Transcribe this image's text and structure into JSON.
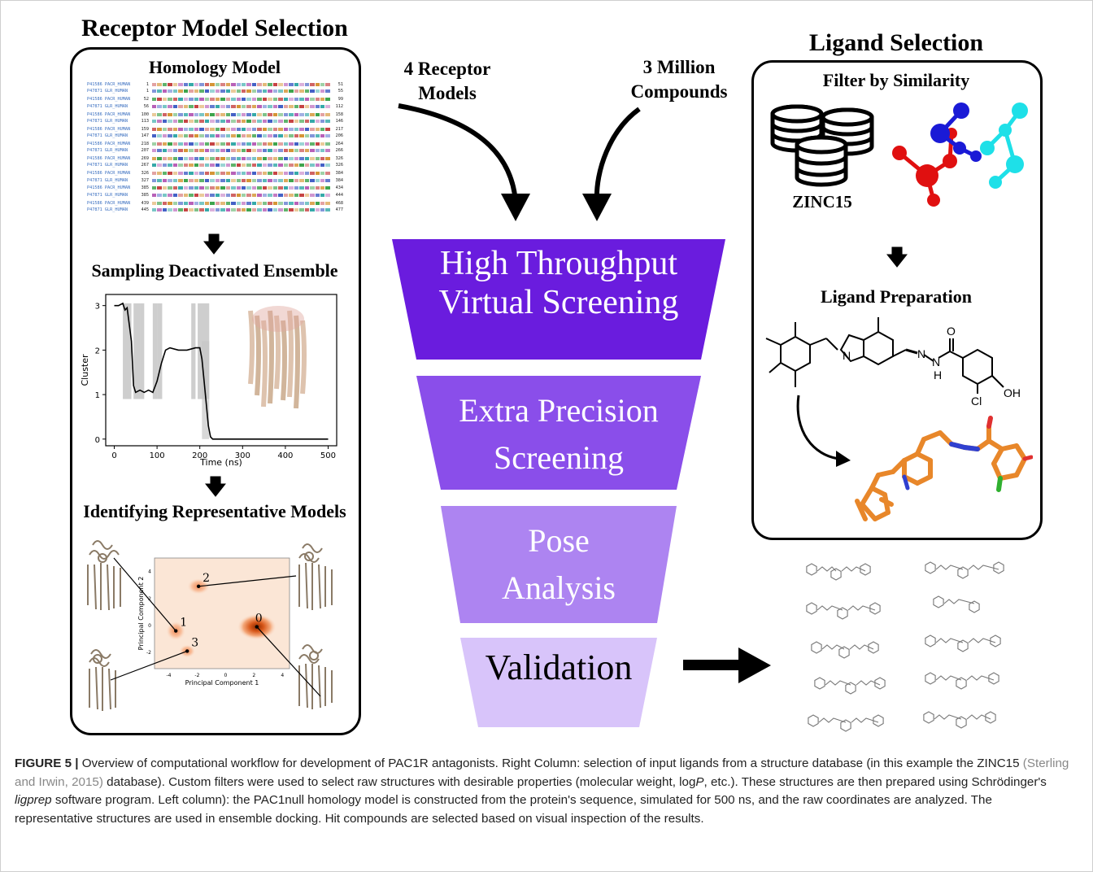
{
  "left_panel": {
    "title": "Receptor Model Selection",
    "homology": {
      "title": "Homology Model",
      "seq_rows": [
        [
          "P41586 PACR_HUMAN",
          "1",
          "51"
        ],
        [
          "P47871 GLR_HUMAN",
          "1",
          "55"
        ],
        [
          "P41586 PACR_HUMAN",
          "52",
          "99"
        ],
        [
          "P47871 GLR_HUMAN",
          "56",
          "112"
        ],
        [
          "P41586 PACR_HUMAN",
          "100",
          "158"
        ],
        [
          "P47871 GLR_HUMAN",
          "113",
          "146"
        ],
        [
          "P41586 PACR_HUMAN",
          "159",
          "217"
        ],
        [
          "P47871 GLR_HUMAN",
          "147",
          "206"
        ],
        [
          "P41586 PACR_HUMAN",
          "218",
          "264"
        ],
        [
          "P47871 GLR_HUMAN",
          "207",
          "266"
        ],
        [
          "P41586 PACR_HUMAN",
          "269",
          "326"
        ],
        [
          "P47871 GLR_HUMAN",
          "267",
          "326"
        ],
        [
          "P41586 PACR_HUMAN",
          "326",
          "384"
        ],
        [
          "P47871 GLR_HUMAN",
          "327",
          "384"
        ],
        [
          "P41586 PACR_HUMAN",
          "385",
          "434"
        ],
        [
          "P47871 GLR_HUMAN",
          "385",
          "444"
        ],
        [
          "P41586 PACR_HUMAN",
          "439",
          "468"
        ],
        [
          "P47871 GLR_HUMAN",
          "445",
          "477"
        ]
      ]
    },
    "sampling": {
      "title": "Sampling Deactivated Ensemble",
      "chart_data": {
        "type": "line",
        "ylabel": "Cluster",
        "xlabel": "Time (ns)",
        "x_ticks": [
          0,
          100,
          200,
          300,
          400,
          500
        ],
        "y_ticks": [
          0,
          1,
          2,
          3
        ],
        "xlim": [
          -20,
          520
        ],
        "ylim": [
          -0.15,
          3.25
        ],
        "x": [
          0,
          10,
          20,
          25,
          30,
          40,
          45,
          50,
          60,
          70,
          80,
          90,
          100,
          110,
          120,
          130,
          150,
          170,
          190,
          200,
          205,
          210,
          215,
          220,
          225,
          230,
          240,
          300,
          400,
          500
        ],
        "y": [
          3,
          3,
          3.05,
          2.9,
          2.95,
          2.2,
          1.2,
          1.05,
          1.1,
          1.05,
          1.1,
          1.05,
          1.3,
          1.7,
          2.0,
          2.05,
          2.0,
          2.0,
          2.05,
          2.05,
          1.8,
          1.3,
          0.8,
          0.3,
          0.05,
          0.0,
          0.0,
          0.0,
          0.0,
          0.0
        ]
      }
    },
    "representative": {
      "title": "Identifying Representative Models",
      "chart_data": {
        "type": "scatter",
        "xlabel": "Principal Component 1",
        "ylabel": "Principal Component 2",
        "x_ticks": [
          -4,
          -2,
          0,
          2,
          4
        ],
        "y_ticks": [
          -2,
          0,
          2,
          4
        ],
        "xlim": [
          -5,
          4.5
        ],
        "ylim": [
          -3.2,
          5
        ],
        "points": [
          {
            "label": "0",
            "x": 2.2,
            "y": -0.1
          },
          {
            "label": "1",
            "x": -3.5,
            "y": -0.4
          },
          {
            "label": "2",
            "x": -1.9,
            "y": 2.9
          },
          {
            "label": "3",
            "x": -2.7,
            "y": -1.9
          }
        ]
      }
    }
  },
  "middle": {
    "label_left": [
      "4 Receptor",
      "Models"
    ],
    "label_right": [
      "3 Million",
      "Compounds"
    ],
    "funnel": [
      {
        "lines": [
          "High Throughput",
          "Virtual Screening"
        ],
        "color": "#6a1cde"
      },
      {
        "lines": [
          "Extra Precision",
          "Screening"
        ],
        "color": "#8a4eea"
      },
      {
        "lines": [
          "Pose",
          "Analysis"
        ],
        "color": "#ad84f1"
      },
      {
        "lines": [
          "Validation"
        ],
        "color": "#d8c4fa"
      }
    ]
  },
  "right_panel": {
    "title": "Ligand Selection",
    "filter_title": "Filter by Similarity",
    "db_label": "ZINC15",
    "prep_title": "Ligand Preparation",
    "atom_labels": {
      "n1": "N",
      "n2": "N",
      "n3": "N",
      "h": "H",
      "o": "O",
      "cl": "Cl",
      "oh": "OH"
    },
    "ball_colors": {
      "blue": "#1a1ad6",
      "red": "#e01010",
      "cyan": "#1ee0e8"
    },
    "stick_color": "#e8872a"
  },
  "caption": {
    "fig_label": "FIGURE 5 |",
    "text_1": " Overview of computational workflow for development of PAC1R antagonists. Right Column: selection of input ligands from a structure database (in this example the ZINC15 ",
    "ref": "(Sterling and Irwin, 2015)",
    "text_2": " database). Custom filters were used to select raw structures with desirable properties (molecular weight, log",
    "italic_p": "P",
    "text_3": ", etc.). These structures are then prepared using Schrödinger's ",
    "italic_ligprep": "ligprep",
    "text_4": " software program. Left column): the PAC1null homology model is constructed from the protein's sequence, simulated for 500 ns, and the raw coordinates are analyzed. The representative structures are used in ensemble docking. Hit compounds are selected based on visual inspection of the results."
  }
}
